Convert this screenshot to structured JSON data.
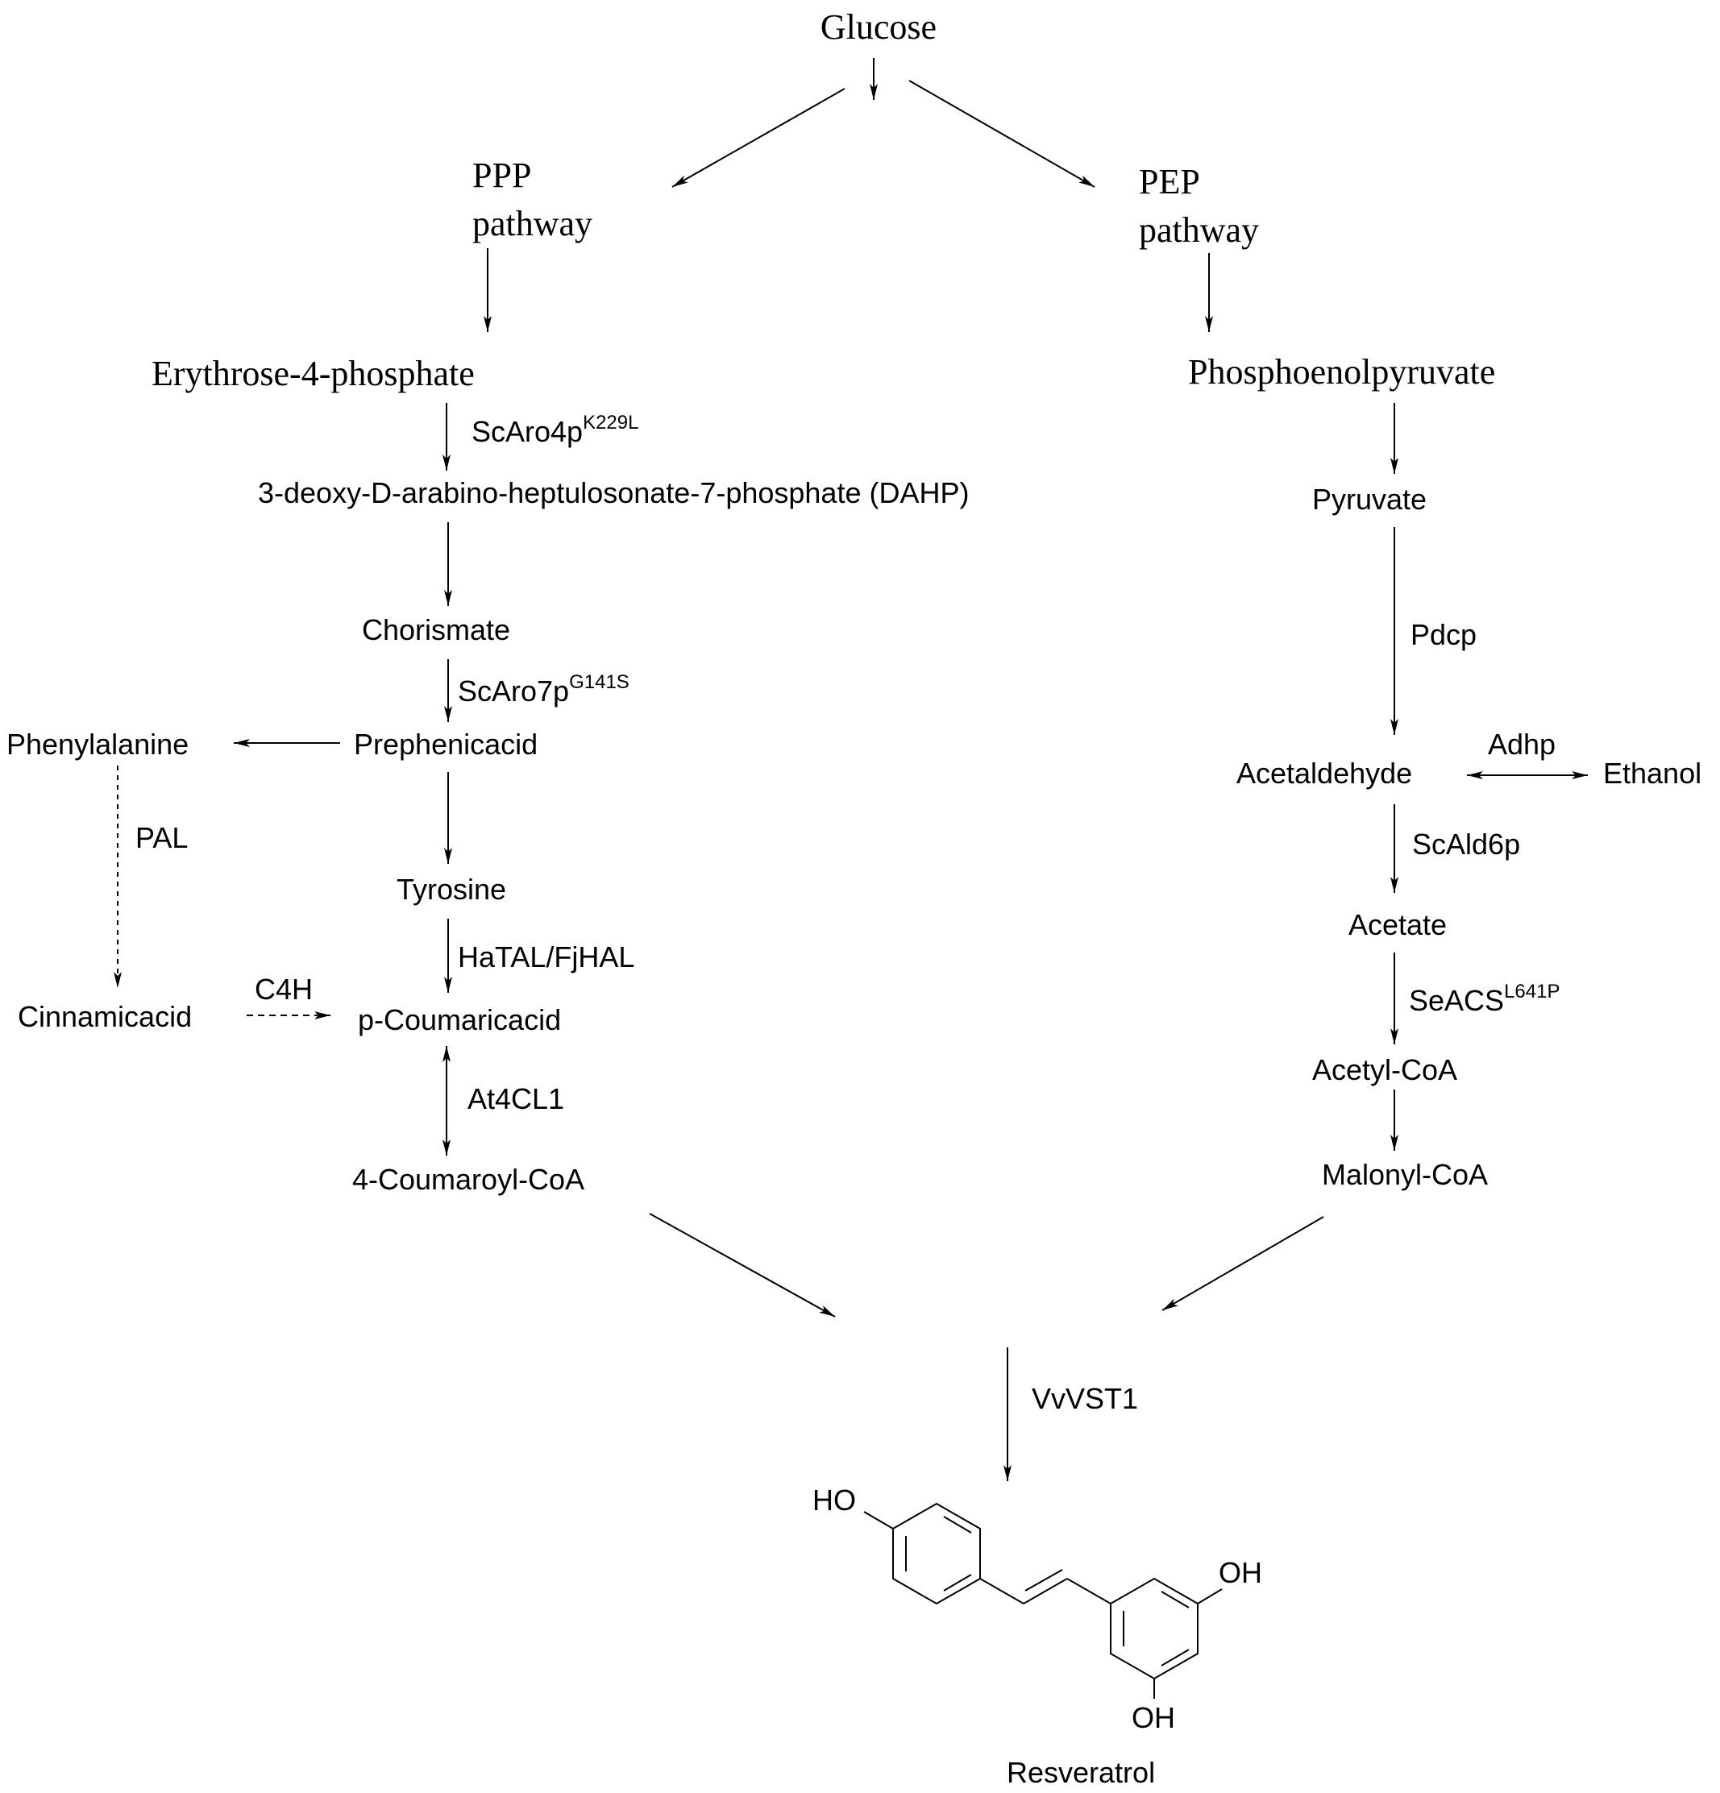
{
  "nodes": {
    "glucose": "Glucose",
    "ppp_line1": "PPP",
    "ppp_line2": "pathway",
    "pep_line1": "PEP",
    "pep_line2": "pathway",
    "erythrose": "Erythrose-4-phosphate",
    "phosphoenolpyruvate": "Phosphoenolpyruvate",
    "dahp": "3-deoxy-D-arabino-heptulosonate-7-phosphate (DAHP)",
    "pyruvate": "Pyruvate",
    "chorismate": "Chorismate",
    "phenylalanine": "Phenylalanine",
    "prephenicacid": "Prephenicacid",
    "acetaldehyde": "Acetaldehyde",
    "ethanol": "Ethanol",
    "tyrosine": "Tyrosine",
    "acetate": "Acetate",
    "cinnamicacid": "Cinnamicacid",
    "p_coumaricacid": "p-Coumaricacid",
    "acetyl_coa": "Acetyl-CoA",
    "coumaroyl_coa": "4-Coumaroyl-CoA",
    "malonyl_coa": "Malonyl-CoA",
    "resveratrol": "Resveratrol"
  },
  "enzymes": {
    "scaro4p": "ScAro4p",
    "scaro4p_sup": "K229L",
    "scaro7p": "ScAro7p",
    "scaro7p_sup": "G141S",
    "pal": "PAL",
    "c4h": "C4H",
    "hatal": "HaTAL/FjHAL",
    "at4cl1": "At4CL1",
    "pdcp": "Pdcp",
    "adhp": "Adhp",
    "scald6p": "ScAld6p",
    "seacs": "SeACS",
    "seacs_sup": "L641P",
    "vvvst1": "VvVST1"
  },
  "structure": {
    "oh_top": "HO",
    "oh_right": "OH",
    "oh_bottom": "OH"
  }
}
